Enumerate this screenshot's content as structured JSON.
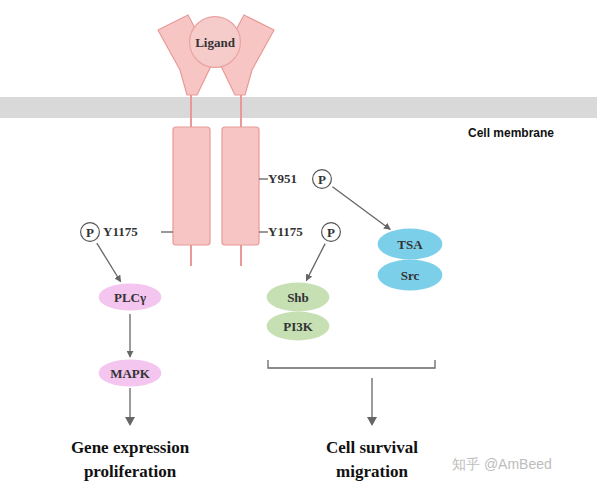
{
  "diagram": {
    "nodes": [
      {
        "text": [
          "Ligand"
        ]
      },
      {
        "text": [
          "P"
        ]
      },
      {
        "text": [
          "P"
        ]
      },
      {
        "text": [
          "P"
        ]
      },
      {
        "text": [
          "TSA"
        ]
      },
      {
        "text": [
          "Src"
        ]
      },
      {
        "text": [
          "PLCγ"
        ]
      },
      {
        "text": [
          "Shb"
        ]
      },
      {
        "text": [
          "PI3K"
        ]
      },
      {
        "text": [
          "MAPK"
        ]
      }
    ],
    "edges": [
      {
        "from": 1,
        "to": 4,
        "arrow": "to"
      },
      {
        "from": 2,
        "to": 6,
        "arrow": "to"
      },
      {
        "from": 3,
        "to": 7,
        "arrow": "to"
      },
      {
        "from": 6,
        "to": 9,
        "arrow": "to"
      }
    ],
    "labels": [
      "Cell membrane",
      "Y951",
      "Y1175",
      "Y1175",
      "Gene expression proliferation",
      "Cell survival migration",
      "知乎 @AmBeed"
    ]
  }
}
